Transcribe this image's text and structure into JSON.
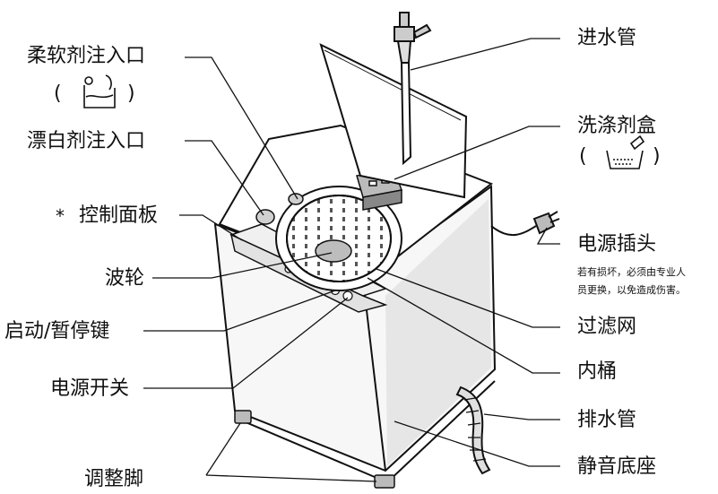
{
  "labels": {
    "softener_inlet": "柔软剂注入口",
    "bleach_inlet": "漂白剂注入口",
    "control_panel_mark": "*",
    "control_panel": "控制面板",
    "pulsator": "波轮",
    "start_pause": "启动/暂停键",
    "power_switch": "电源开关",
    "adjust_feet": "调整脚",
    "inlet_hose": "进水管",
    "detergent_box": "洗涤剂盒",
    "power_plug": "电源插头",
    "plug_note_line1": "若有损坏，必须由专业人",
    "plug_note_line2": "员更换，以免造成伤害。",
    "filter": "过滤网",
    "inner_tub": "内桶",
    "drain_hose": "排水管",
    "silent_base": "静音底座"
  },
  "icons": {
    "softener": "softener-bottle-icon",
    "detergent": "detergent-tub-icon"
  },
  "colors": {
    "line": "#111111",
    "machine_fill": "#f7f7f7",
    "shade": "#d9d9d9"
  }
}
